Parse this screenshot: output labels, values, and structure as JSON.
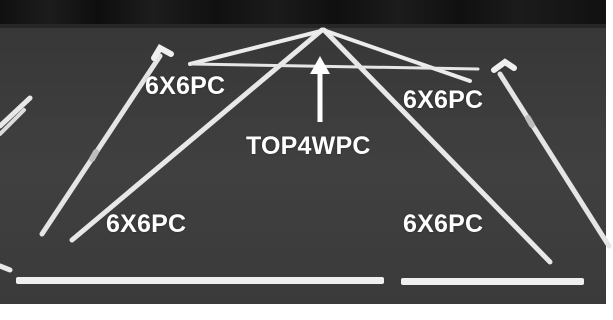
{
  "image": {
    "subject": "disassembled white tent frame pieces laid out on a dark carpet",
    "colors": {
      "backdrop": "#141414",
      "carpet": "#3e3e3e",
      "pole": "#f2f2f2",
      "label": "#ffffff"
    }
  },
  "labels": {
    "upper_left": "6X6PC",
    "upper_right": "6X6PC",
    "center": "TOP4WPC",
    "lower_left": "6X6PC",
    "lower_right": "6X6PC"
  },
  "icons": {
    "pointer": "up-arrow-icon"
  }
}
